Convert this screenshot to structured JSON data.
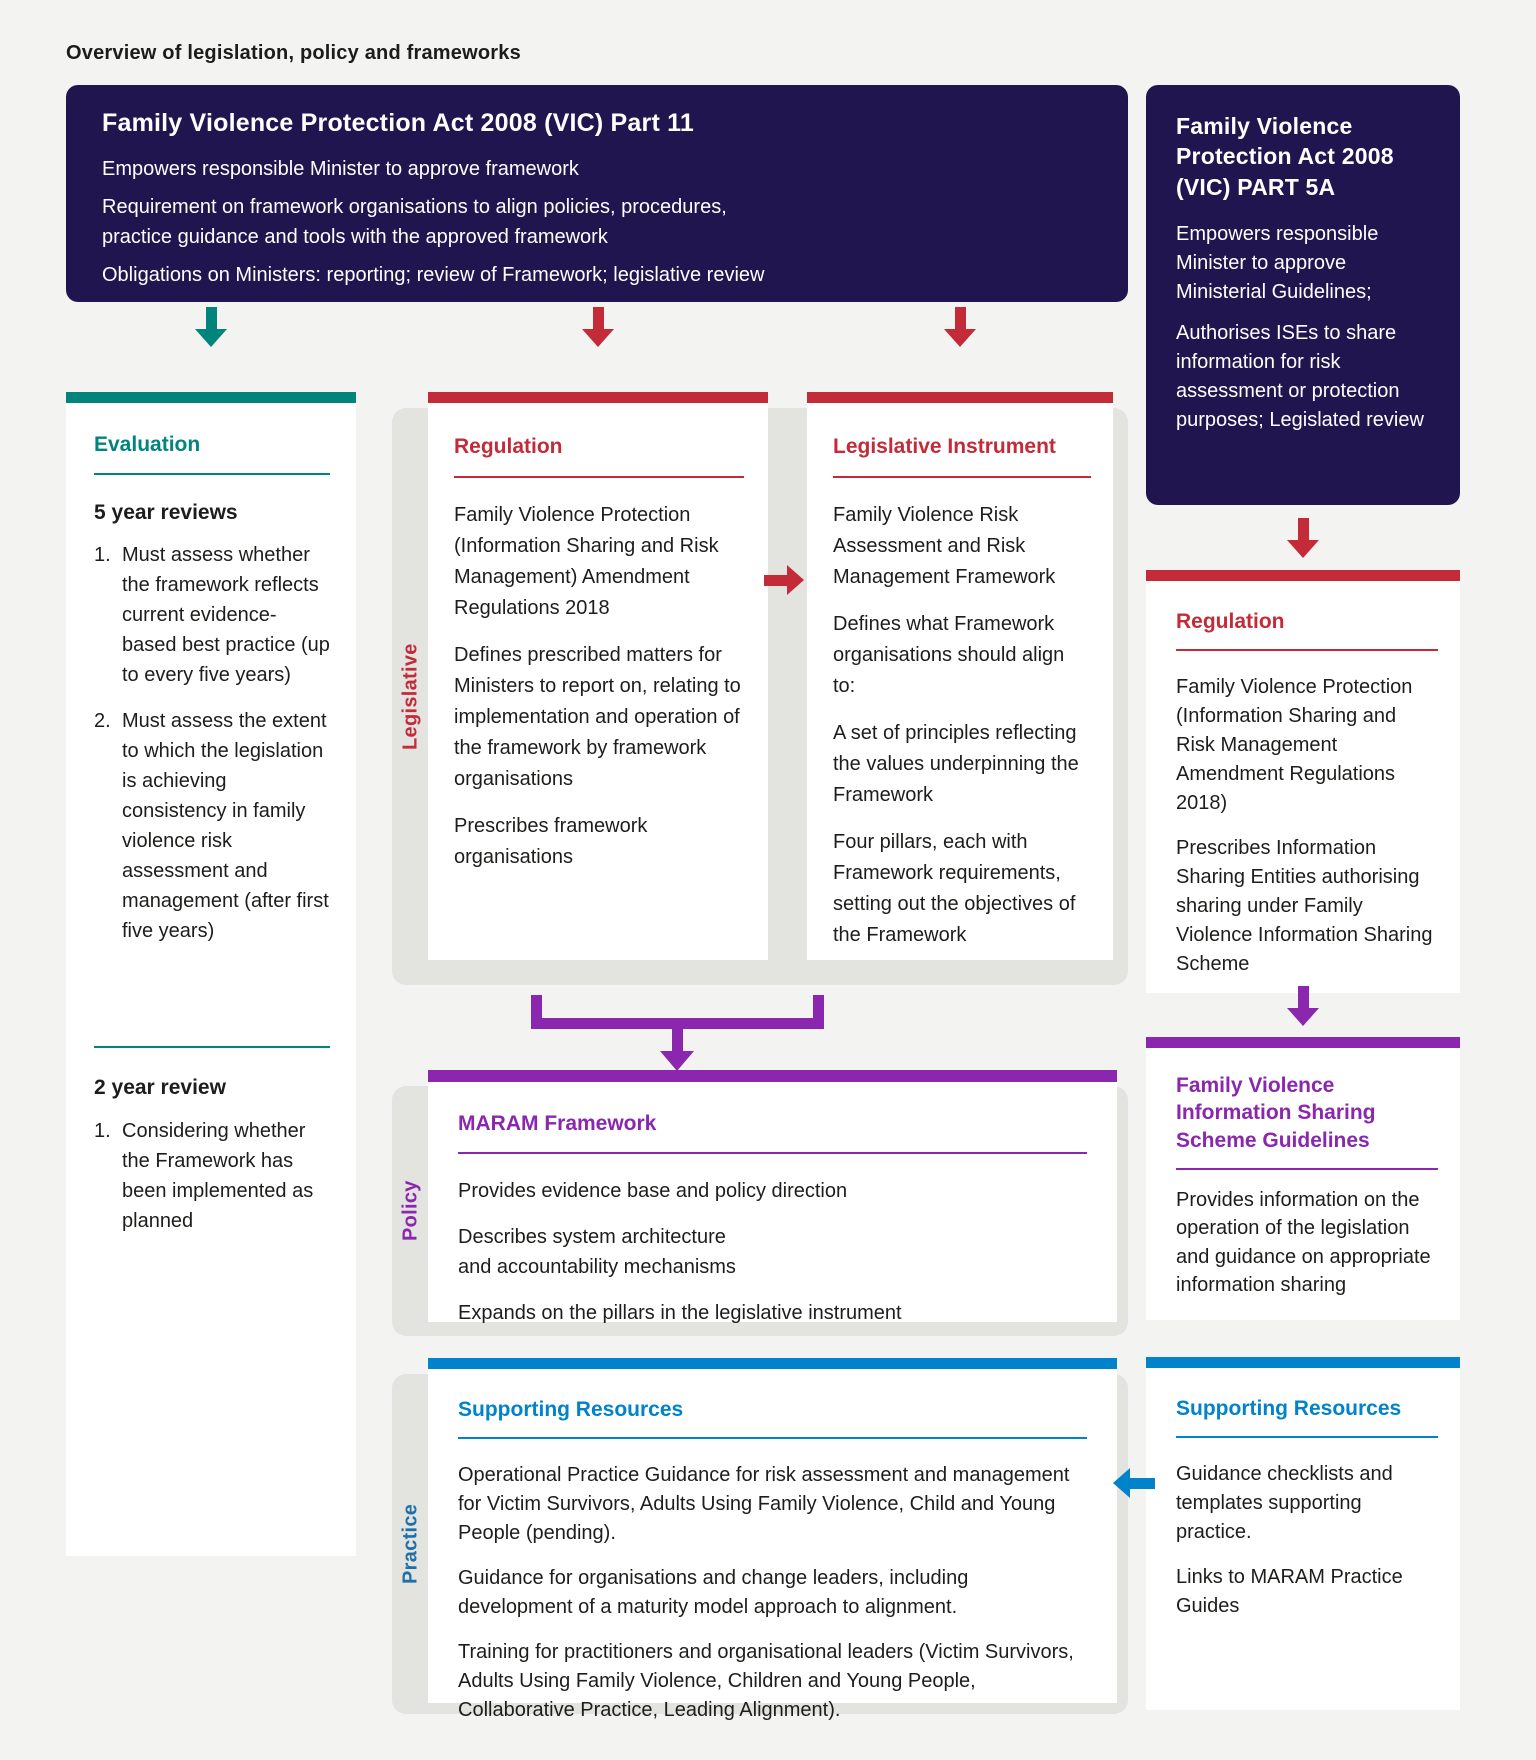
{
  "page": {
    "title": "Overview of legislation, policy and frameworks"
  },
  "part11": {
    "title": "Family Violence Protection Act 2008 (VIC) Part 11",
    "points": [
      "Empowers responsible Minister to approve framework",
      "Requirement on framework organisations to align policies, procedures,\npractice guidance and tools with the approved framework",
      "Obligations on Ministers: reporting; review of Framework; legislative review"
    ]
  },
  "part5a": {
    "title": "Family Violence Protection Act 2008 (VIC) PART 5A",
    "points": [
      "Empowers responsible Minister to approve Ministerial Guidelines;",
      "Authorises ISEs to share information for risk assessment or protection purposes; Legislated review"
    ]
  },
  "evaluation": {
    "heading": "Evaluation",
    "five_year": {
      "heading": "5 year reviews",
      "items": [
        {
          "n": "1.",
          "text": "Must assess whether the framework reflects current evidence-based best practice (up to every five years)"
        },
        {
          "n": "2.",
          "text": "Must assess the extent to which the legislation is achieving consistency in family violence risk assessment and management (after first five years)"
        }
      ]
    },
    "two_year": {
      "heading": "2 year review",
      "items": [
        {
          "n": "1.",
          "text": "Considering whether the Framework has been implemented as planned"
        }
      ]
    }
  },
  "labels": {
    "legislative": "Legislative",
    "policy": "Policy",
    "practice": "Practice"
  },
  "regulation_mid": {
    "heading": "Regulation",
    "points": [
      "Family Violence Protection (Information Sharing and Risk Management) Amendment Regulations 2018",
      "Defines prescribed matters for Ministers to report on, relating to implementation and operation of the framework by framework organisations",
      "Prescribes framework organisations"
    ]
  },
  "instrument": {
    "heading": "Legislative Instrument",
    "points": [
      "Family Violence Risk Assessment and Risk Management Framework",
      "Defines what Framework organisations should align to:",
      "A set of principles reflecting the values underpinning the Framework",
      "Four pillars, each with Framework requirements, setting out the objectives of the Framework"
    ]
  },
  "maram": {
    "heading": "MARAM Framework",
    "points": [
      "Provides evidence base and policy direction",
      "Describes system architecture\nand accountability mechanisms",
      "Expands on the pillars in the legislative instrument"
    ]
  },
  "supporting_mid": {
    "heading": "Supporting Resources",
    "points": [
      "Operational Practice Guidance for risk assessment and management for Victim Survivors, Adults Using Family Violence, Child and Young People (pending).",
      "Guidance for organisations and change leaders, including development of a maturity model approach to alignment.",
      "Training for practitioners and organisational leaders (Victim Survivors, Adults Using Family Violence, Children and Young People, Collaborative Practice, Leading Alignment)."
    ]
  },
  "regulation_right": {
    "heading": "Regulation",
    "points": [
      "Family Violence Protection (Information Sharing and Risk Management Amendment Regulations 2018)",
      "Prescribes Information Sharing Entities authorising sharing under Family Violence Information Sharing Scheme"
    ]
  },
  "guidelines": {
    "heading": "Family Violence Information Sharing Scheme Guidelines",
    "points": [
      "Provides information on the operation of the legislation and guidance on appropriate information sharing"
    ]
  },
  "supporting_right": {
    "heading": "Supporting Resources",
    "points": [
      "Guidance checklists and templates supporting practice.",
      "Links to MARAM Practice Guides"
    ]
  },
  "colors": {
    "navy": "#211550",
    "teal": "#00847c",
    "red": "#c32b39",
    "purple": "#8a27ae",
    "blue": "#0083ca",
    "practice_label_blue": "#1f70a9",
    "panel_grey": "#e3e3e0",
    "background": "#f3f3f1"
  }
}
